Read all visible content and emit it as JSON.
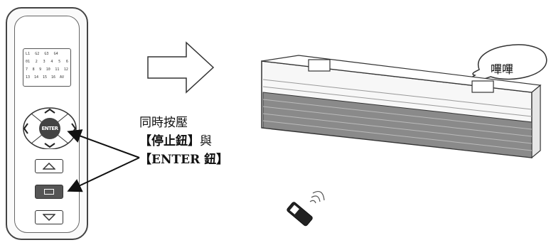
{
  "remote": {
    "screen_rows": [
      [
        "L1",
        "G2",
        "G3",
        "G4"
      ],
      [
        "01",
        "2",
        "3",
        "4",
        "5",
        "6"
      ],
      [
        "7",
        "8",
        "9",
        "10",
        "11",
        "12"
      ],
      [
        "13",
        "14",
        "15",
        "16",
        "AV"
      ]
    ],
    "enter_label": "ENTER"
  },
  "instruction": {
    "line1": "同時按壓",
    "line2_open": "【",
    "line2_bold": "停止鈕",
    "line2_close": "】",
    "line2_tail": "與",
    "line3_open": "【",
    "line3_bold": "ENTER 鈕",
    "line3_close": "】"
  },
  "speech_bubble": {
    "text": "嗶嗶"
  }
}
